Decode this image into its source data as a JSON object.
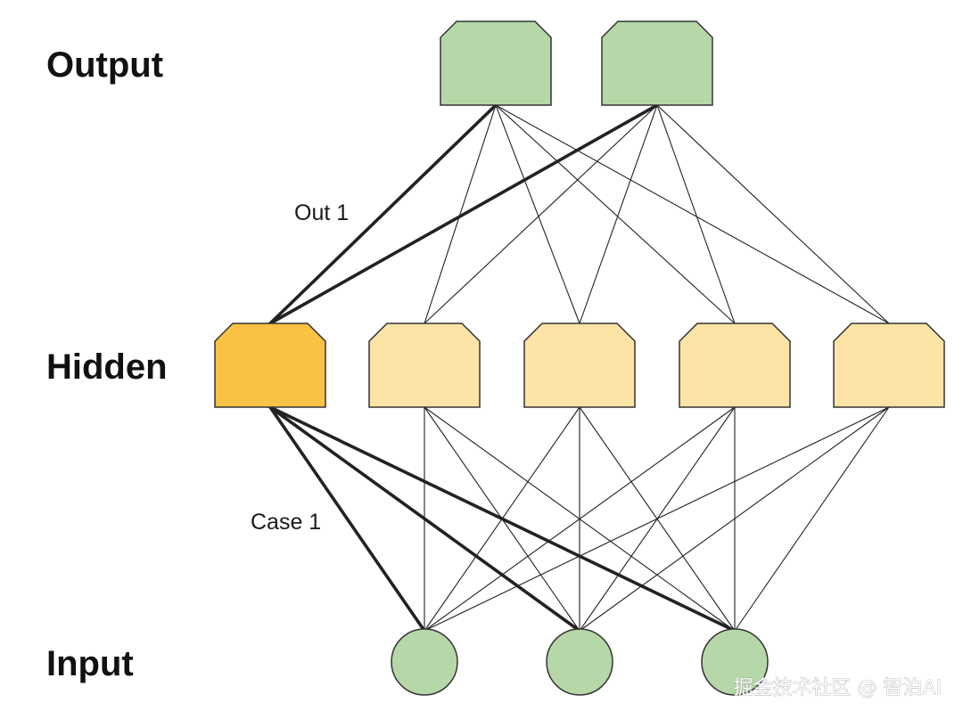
{
  "layers": {
    "output": "Output",
    "hidden": "Hidden",
    "input": "Input"
  },
  "connection_labels": {
    "hidden_to_output": "Out 1",
    "input_to_hidden": "Case 1"
  },
  "watermark": "掘金技术社区 @ 智泊AI",
  "network": {
    "output_node_count": 2,
    "hidden_node_count": 5,
    "input_node_count": 3,
    "highlighted_hidden_node": 1,
    "highlighted_edges": [
      {
        "from_layer": "input",
        "from": 1,
        "to_layer": "hidden",
        "to": 1
      },
      {
        "from_layer": "input",
        "from": 2,
        "to_layer": "hidden",
        "to": 1
      },
      {
        "from_layer": "input",
        "from": 3,
        "to_layer": "hidden",
        "to": 1
      },
      {
        "from_layer": "hidden",
        "from": 1,
        "to_layer": "output",
        "to": 1
      },
      {
        "from_layer": "hidden",
        "from": 1,
        "to_layer": "output",
        "to": 2
      }
    ]
  },
  "colors": {
    "output_node": "#b6d7a8",
    "input_node": "#b6d7a8",
    "hidden_node": "#fde4a6",
    "hidden_node_highlight": "#f9c245",
    "node_border": "#333333",
    "edge": "#222222"
  }
}
